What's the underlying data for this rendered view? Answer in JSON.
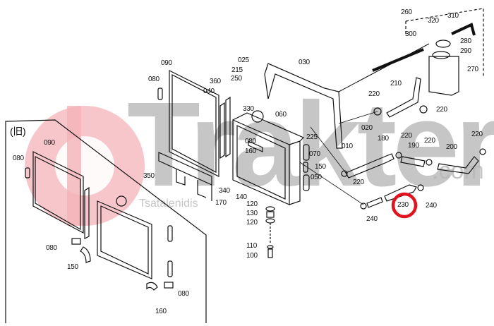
{
  "diagram": {
    "title": "Radiator and coolant hoses exploded view",
    "inset_label": "(旧)",
    "highlight_part": "230",
    "highlight_color": "#e0141e",
    "part_labels": [
      "090",
      "080",
      "360",
      "040",
      "025",
      "215",
      "250",
      "030",
      "330",
      "060",
      "225",
      "010",
      "080",
      "160",
      "070",
      "150",
      "050",
      "350",
      "340",
      "140",
      "170",
      "120",
      "130",
      "120",
      "110",
      "100",
      "260",
      "320",
      "310",
      "300",
      "280",
      "290",
      "270",
      "210",
      "220",
      "220",
      "020",
      "180",
      "220",
      "190",
      "220",
      "200",
      "220",
      "220",
      "230",
      "240",
      "240"
    ],
    "inset_part_labels": [
      "090",
      "080",
      "080",
      "150",
      "160",
      "080"
    ]
  },
  "watermark": {
    "brand": "Trakter",
    "domain": ".com",
    "sub": "Tsatalenidis",
    "logo_color": "#f2a0a6"
  }
}
